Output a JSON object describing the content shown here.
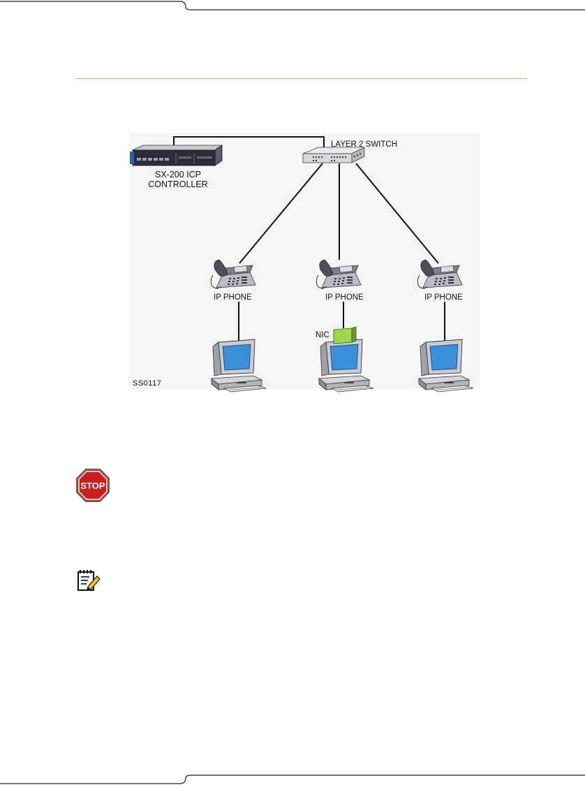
{
  "diagram": {
    "controller_label_line1": "SX-200 ICP",
    "controller_label_line2": "CONTROLLER",
    "switch_label": "LAYER 2 SWITCH",
    "phones": [
      {
        "label": "IP PHONE"
      },
      {
        "label": "IP PHONE"
      },
      {
        "label": "IP PHONE"
      }
    ],
    "nic_label": "NIC",
    "figure_id": "SS0117"
  },
  "icons": {
    "stop": {
      "name": "stop-icon",
      "text": "STOP",
      "color": "#cc1f1f"
    },
    "note": {
      "name": "note-pad-icon"
    }
  },
  "colors": {
    "rule": "#e0a066",
    "screen": "#3a8fd6",
    "nic": "#9ed84a"
  }
}
